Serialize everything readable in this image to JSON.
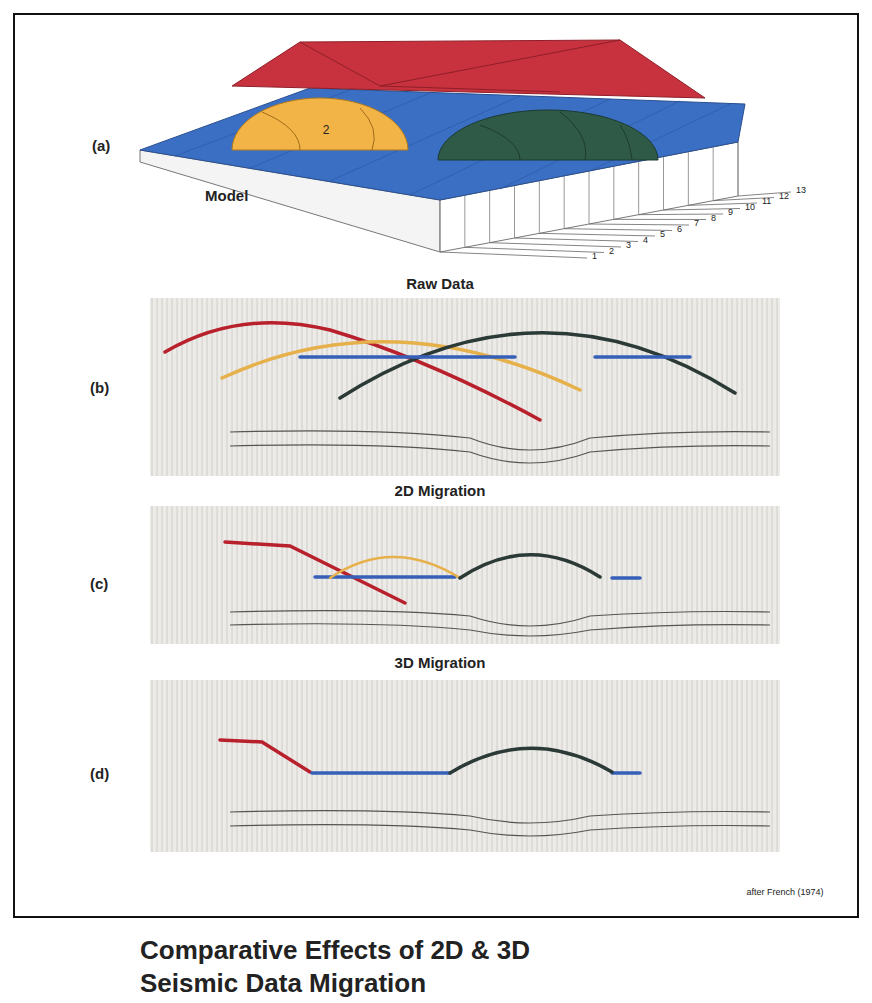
{
  "diagram": {
    "caption": "Comparative Effects of 2D & 3D Seismic Data Migration",
    "labels": [
      "(a)",
      "Model",
      "2",
      "1",
      "2",
      "3",
      "4",
      "5",
      "6",
      "7",
      "8",
      "9",
      "10",
      "11",
      "12",
      "13",
      "Raw Data",
      "(b)",
      "2D Migration",
      "(c)",
      "3D Migration",
      "(d)",
      "after French (1974)"
    ]
  }
}
